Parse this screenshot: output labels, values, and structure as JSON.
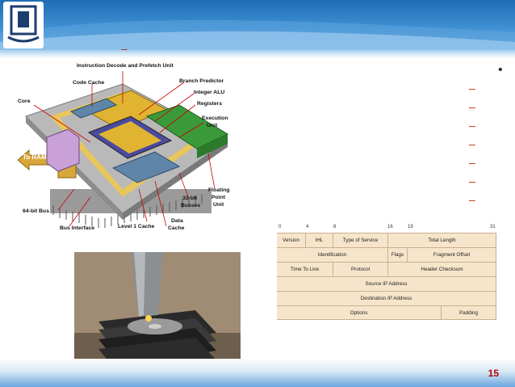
{
  "page": {
    "number": "15"
  },
  "slide": {
    "title_dash": "–",
    "bullet": "•",
    "sub_dashes": [
      "–",
      "–",
      "–",
      "–",
      "–",
      "–",
      "–"
    ]
  },
  "cpu_diagram": {
    "labels": {
      "instruction_decode": "Instruction Decode and Prefetch Unit",
      "code_cache": "Code Cache",
      "branch_predictor": "Branch Predictor",
      "integer_alu": "Integer ALU",
      "registers": "Registers",
      "execution_unit_1": "Execution",
      "execution_unit_2": "Unit",
      "core": "Core",
      "to_ram": "To RAM",
      "bus_64": "64-bit Bus",
      "bus_32_1": "32-bit",
      "bus_32_2": "Busses",
      "fpu_1": "Floating",
      "fpu_2": "Point",
      "fpu_3": "Unit",
      "bus_interface": "Bus Interface",
      "l1_cache": "Level 1 Cache",
      "data_cache_1": "Data",
      "data_cache_2": "Cache"
    },
    "colors": {
      "core": "#b9b9b9",
      "alu": "#3a9a3a",
      "cache": "#5f86a8",
      "decode": "#e0b430",
      "ram_arrow": "#d9a63a",
      "bus": "#f0c84a"
    }
  },
  "photo": {
    "subject": "hammer-on-hard-drives"
  },
  "ip_header": {
    "bits": [
      "0",
      "4",
      "8",
      "16",
      "19",
      "31"
    ],
    "rows": [
      [
        "Version",
        "IHL",
        "Type of Service",
        "Total Length"
      ],
      [
        "Identification",
        "Flags",
        "Fragment Offset"
      ],
      [
        "Time To Live",
        "Protocol",
        "Header Checksum"
      ],
      [
        "Source IP Address"
      ],
      [
        "Destination IP Address"
      ],
      [
        "Options",
        "Padding"
      ]
    ]
  }
}
